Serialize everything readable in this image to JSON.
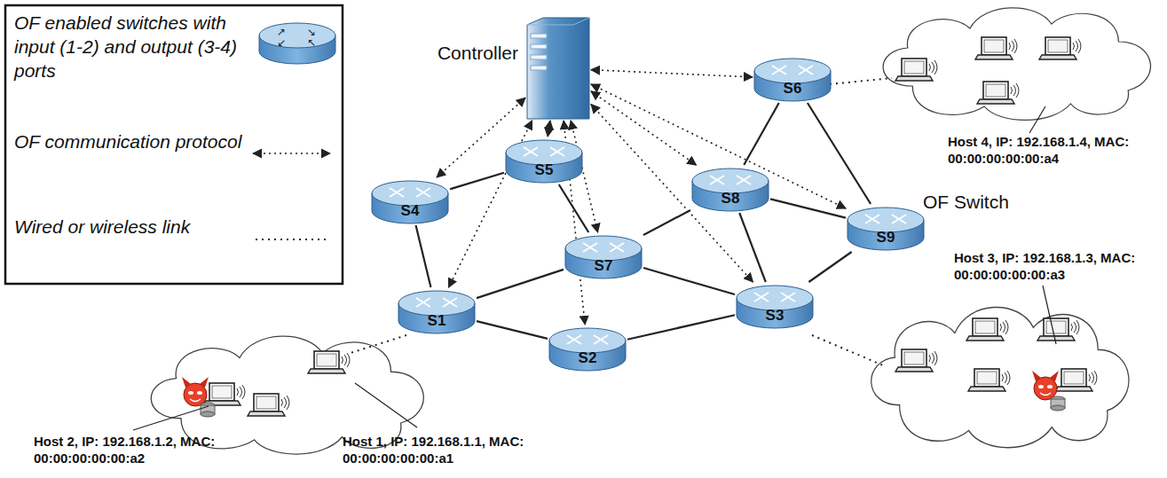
{
  "diagram": {
    "nodes": [
      {
        "text": [
          "Controller"
        ]
      },
      {
        "text": [
          "S6"
        ]
      },
      {
        "text": [
          "S5"
        ]
      },
      {
        "text": [
          "S4"
        ]
      },
      {
        "text": [
          "S8"
        ]
      },
      {
        "text": [
          "S9"
        ]
      },
      {
        "text": [
          "S7"
        ]
      },
      {
        "text": [
          "S1"
        ]
      },
      {
        "text": [
          "S3"
        ]
      },
      {
        "text": [
          "S2"
        ]
      }
    ],
    "edges": [
      {
        "from": 3,
        "to": 2,
        "arrow": "none"
      },
      {
        "from": 3,
        "to": 7,
        "arrow": "none"
      },
      {
        "from": 2,
        "to": 6,
        "arrow": "none"
      },
      {
        "from": 7,
        "to": 6,
        "arrow": "none"
      },
      {
        "from": 7,
        "to": 9,
        "arrow": "none"
      },
      {
        "from": 9,
        "to": 8,
        "arrow": "none"
      },
      {
        "from": 6,
        "to": 8,
        "arrow": "none"
      },
      {
        "from": 6,
        "to": 4,
        "arrow": "none"
      },
      {
        "from": 4,
        "to": 1,
        "arrow": "none"
      },
      {
        "from": 1,
        "to": 5,
        "arrow": "none"
      },
      {
        "from": 4,
        "to": 5,
        "arrow": "none"
      },
      {
        "from": 4,
        "to": 8,
        "arrow": "none"
      },
      {
        "from": 8,
        "to": 5,
        "arrow": "none"
      },
      {
        "from": 0,
        "to": 3,
        "arrow": "both"
      },
      {
        "from": 0,
        "to": 2,
        "arrow": "both"
      },
      {
        "from": 0,
        "to": 7,
        "arrow": "both"
      },
      {
        "from": 0,
        "to": 6,
        "arrow": "both"
      },
      {
        "from": 0,
        "to": 9,
        "arrow": "both"
      },
      {
        "from": 0,
        "to": 4,
        "arrow": "both"
      },
      {
        "from": 0,
        "to": 8,
        "arrow": "both"
      },
      {
        "from": 0,
        "to": 5,
        "arrow": "both"
      },
      {
        "from": 0,
        "to": 1,
        "arrow": "both"
      }
    ],
    "labels": [
      "Host 4, IP: 192.168.1.4, MAC: 00:00:00:00:00:a4",
      "OF Switch",
      "Host 3, IP: 192.168.1.3, MAC: 00:00:00:00:00:a3",
      "Host 2, IP: 192.168.1.2, MAC: 00:00:00:00:00:a2",
      "Host 1, IP: 192.168.1.1, MAC: 00:00:00:00:00:a1"
    ],
    "legend": [
      {
        "text": "OF enabled switches with input (1-2) and output (3-4) ports"
      },
      {
        "text": "OF communication protocol"
      },
      {
        "text": "Wired or wireless link"
      }
    ]
  }
}
